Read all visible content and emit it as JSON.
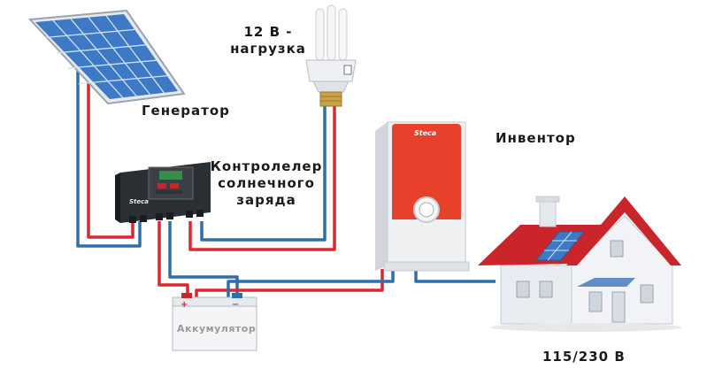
{
  "labels": {
    "generator": "Генератор",
    "load_line1": "12 В -",
    "load_line2": "нагрузка",
    "controller_line1": "Контролелер",
    "controller_line2": "солнечного",
    "controller_line3": "заряда",
    "inverter": "Инвентор",
    "battery": "Аккумулятор",
    "output_voltage": "115/230 В"
  },
  "brand": {
    "controller": "Steca",
    "inverter": "Steca"
  },
  "battery_terminals": {
    "plus": "+",
    "minus": "−"
  },
  "colors": {
    "wire_red": "#d9282f",
    "wire_blue": "#2f6fa8",
    "inverter_body": "#e8412b",
    "controller_body": "#2a2f33",
    "roof": "#c9252b",
    "house_wall": "#e9edf2",
    "panel_cell": "#3d79c4"
  }
}
